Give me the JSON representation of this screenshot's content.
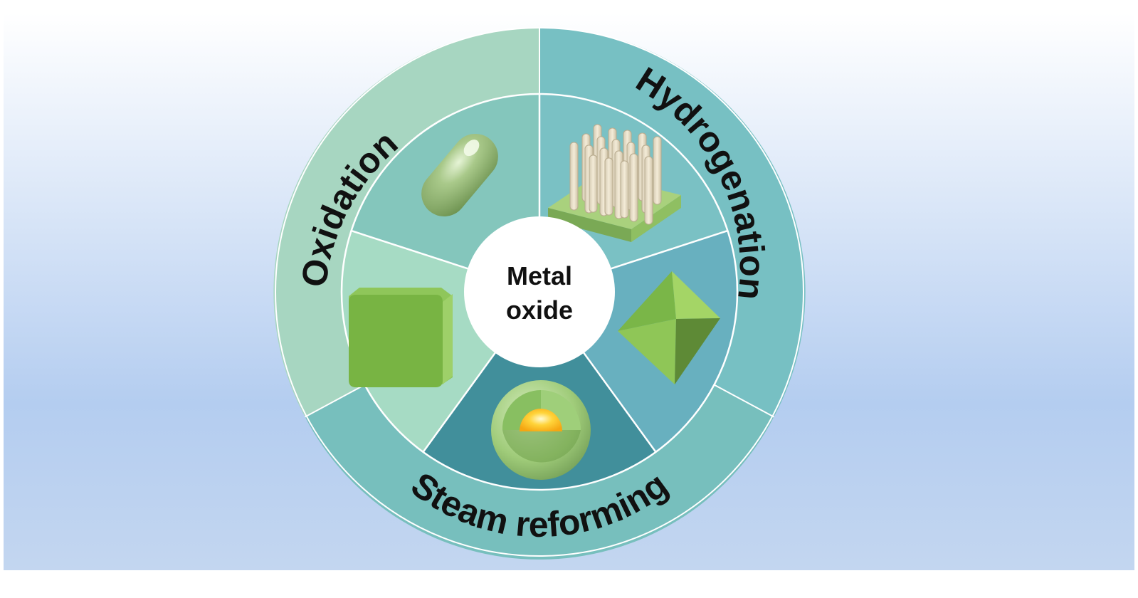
{
  "center": {
    "line1": "Metal",
    "line2": "oxide"
  },
  "outer_ring": {
    "oxidation": "Oxidation",
    "hydrogenation": "Hydrogenation",
    "steam_reforming": "Steam reforming"
  },
  "inner_sectors": [
    {
      "shape": "nanorod-capsule"
    },
    {
      "shape": "nanowire-array"
    },
    {
      "shape": "octahedron"
    },
    {
      "shape": "core-shell-sphere"
    },
    {
      "shape": "cube"
    }
  ],
  "colors": {
    "background_top": "#ffffff",
    "background_bottom": "#b4cdf0",
    "oxidation_outer": "#a7d6c1",
    "hydrogenation_outer": "#77c0c3",
    "steam_outer": "#77bfbd",
    "sector_capsule": "#84c6bc",
    "sector_pillars": "#7ac1c4",
    "sector_octahedron": "#68b0bf",
    "sector_coreshell": "#418f9b",
    "sector_cube": "#a6dbc4",
    "green_main": "#7ab648",
    "green_light": "#a4d566"
  }
}
